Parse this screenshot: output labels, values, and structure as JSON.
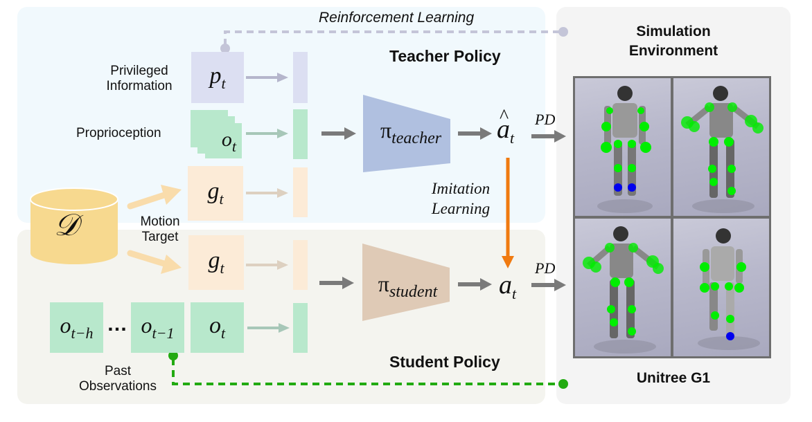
{
  "teacher": {
    "title": "Teacher Policy",
    "rl_label": "Reinforcement Learning",
    "privileged_label_line1": "Privileged",
    "privileged_label_line2": "Information",
    "proprio_label": "Proprioception",
    "p_symbol": "p",
    "p_sub": "t",
    "o_symbol": "o",
    "o_sub": "t",
    "g_symbol": "g",
    "g_sub": "t",
    "policy_symbol": "π",
    "policy_sub": "teacher",
    "action_symbol": "a",
    "action_sub": "t",
    "action_hat": "^"
  },
  "student": {
    "title": "Student Policy",
    "g_symbol": "g",
    "g_sub": "t",
    "o_symbol": "o",
    "o_sub": "t",
    "past1_symbol": "o",
    "past1_sub": "t−h",
    "ellipsis": "…",
    "past2_symbol": "o",
    "past2_sub": "t−1",
    "past_label_line1": "Past",
    "past_label_line2": "Observations",
    "policy_symbol": "π",
    "policy_sub": "student",
    "action_symbol": "a",
    "action_sub": "t"
  },
  "dataset": {
    "symbol": "𝒟",
    "motion_label_line1": "Motion",
    "motion_label_line2": "Target"
  },
  "imitation": {
    "line1": "Imitation",
    "line2": "Learning"
  },
  "pd_label": "PD",
  "simulation": {
    "title_line1": "Simulation",
    "title_line2": "Environment",
    "robot_name": "Unitree G1"
  },
  "colors": {
    "teacher_bg": "#f1f9fd",
    "student_bg": "#f4f4ef",
    "sim_bg": "#f4f4f4",
    "privileged": "#dcdff2",
    "proprio": "#b8e8cc",
    "goal": "#fcebd7",
    "teacher_net": "#b0c0e0",
    "student_net": "#dfcab6",
    "dataset": "#f7d98f",
    "imitation_arrow": "#f07a10",
    "rl_dash": "#c4c5d8",
    "past_dash": "#22aa11",
    "arrow_dark": "#7a7a7a"
  }
}
